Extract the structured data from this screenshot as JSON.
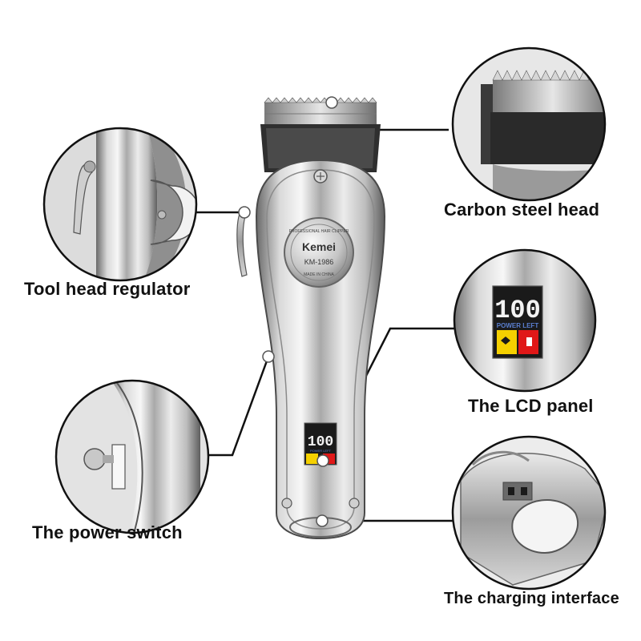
{
  "product": {
    "brand": "Kemei",
    "model": "KM-1986",
    "ring_top_text": "PROFESSIONAL HAIR CLIPPER",
    "ring_bottom_text": "MADE IN CHINA",
    "lcd_digits": "100",
    "lcd_caption": "POWER LEFT"
  },
  "callouts": {
    "tool_head_regulator": "Tool head regulator",
    "power_switch": "The power switch",
    "carbon_steel_head": "Carbon steel head",
    "lcd_panel": "The LCD panel",
    "charging_interface": "The charging interface"
  },
  "colors": {
    "chrome_light": "#f2f2f2",
    "chrome_mid": "#b8b8b8",
    "chrome_dark": "#5a5a5a",
    "lcd_background": "#1a1a1a",
    "lcd_yellow": "#f5d000",
    "lcd_red": "#e01818",
    "leader_line": "#111111"
  }
}
